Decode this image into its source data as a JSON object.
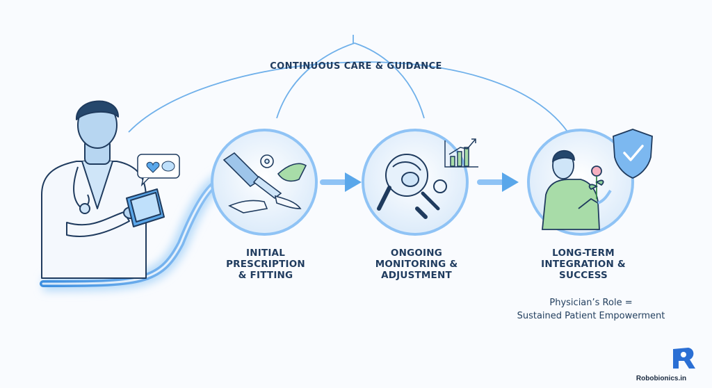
{
  "banner": {
    "title": "CONTINUOUS CARE & GUIDANCE"
  },
  "stages": [
    {
      "label": "INITIAL\nPRESCRIPTION\n& FITTING",
      "icon": "prosthetic-arm-fitting-icon"
    },
    {
      "label": "ONGOING\nMONITORING &\nADJUSTMENT",
      "icon": "magnifier-wrench-icon"
    },
    {
      "label": "LONG-TERM\nINTEGRATION &\nSUCCESS",
      "icon": "patient-success-icon"
    }
  ],
  "role_line1": "Physician’s Role =",
  "role_line2": "Sustained Patient Empowerment",
  "brand": {
    "name": "Robobionics.in"
  },
  "colors": {
    "ink": "#1f3b5e",
    "accent": "#3d8fe0",
    "glow": "#8fc3f5",
    "circle_fill": "#e8f2fc",
    "green": "#8fd39a"
  }
}
